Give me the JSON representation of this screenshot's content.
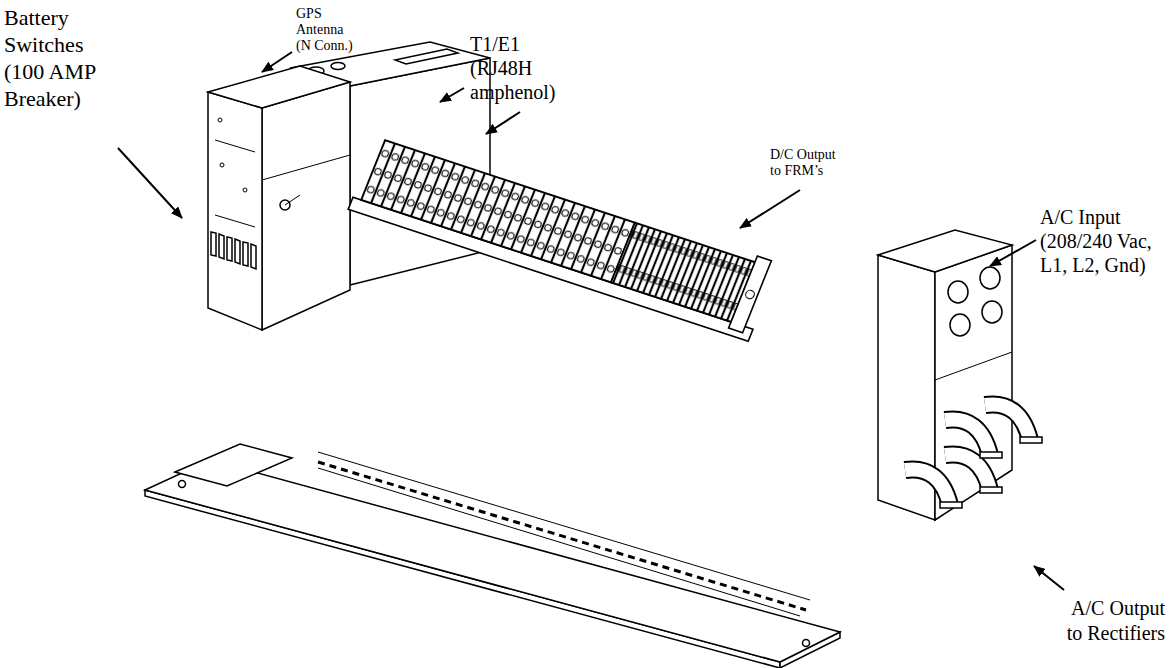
{
  "diagram": {
    "labels": [
      "Battery Switches (100 AMP Breaker)",
      "GPS Antenna (N Conn.)",
      "T1/E1 (RJ48H amphenol)",
      "D/C Output to FRM’s",
      "A/C Input (208/240 Vac, L1, L2, Gnd)",
      "A/C Output to Rectifiers"
    ]
  }
}
